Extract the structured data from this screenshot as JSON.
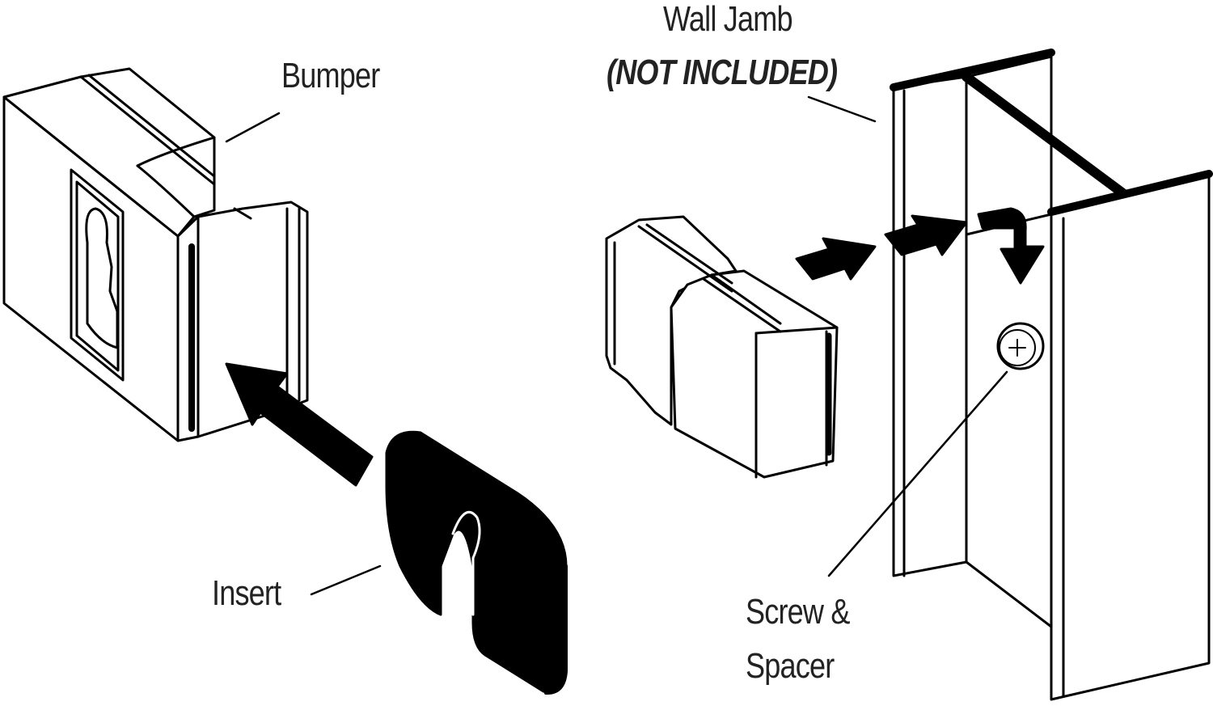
{
  "labels": {
    "bumper": "Bumper",
    "wall_jamb": "Wall Jamb",
    "not_included": "(NOT INCLUDED)",
    "insert": "Insert",
    "screw_line1": "Screw &",
    "screw_line2": "Spacer"
  },
  "colors": {
    "ink": "#000000",
    "paper": "#ffffff",
    "text": "#222222"
  }
}
